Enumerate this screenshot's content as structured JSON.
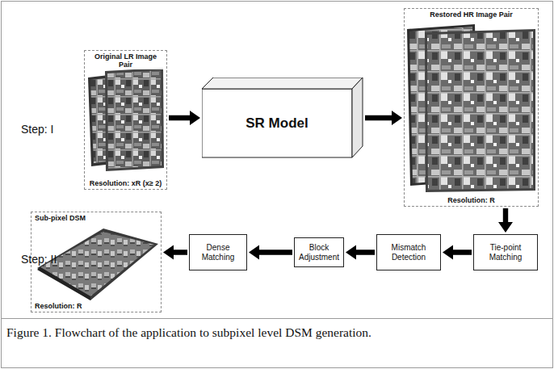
{
  "diagram": {
    "caption": "Figure 1. Flowchart of the application to subpixel level DSM generation.",
    "nodes": [
      {
        "text": [
          "Original LR Image Pair",
          "Resolution: xR (x≥ 2)"
        ]
      },
      {
        "text": [
          "SR Model"
        ]
      },
      {
        "text": [
          "Restored HR Image Pair",
          "Resolution: R"
        ]
      },
      {
        "text": [
          "Tie-point Matching"
        ]
      },
      {
        "text": [
          "Mismatch Detection"
        ]
      },
      {
        "text": [
          "Block Adjustment"
        ]
      },
      {
        "text": [
          "Dense Matching"
        ]
      },
      {
        "text": [
          "Sub-pixel DSM",
          "Resolution: R"
        ]
      }
    ],
    "edges": [
      {
        "from": 0,
        "to": 1,
        "arrow": "to"
      },
      {
        "from": 1,
        "to": 2,
        "arrow": "to"
      },
      {
        "from": 2,
        "to": 3,
        "arrow": "to"
      },
      {
        "from": 3,
        "to": 4,
        "arrow": "to"
      },
      {
        "from": 4,
        "to": 5,
        "arrow": "to"
      },
      {
        "from": 5,
        "to": 6,
        "arrow": "to"
      },
      {
        "from": 6,
        "to": 7,
        "arrow": "to"
      }
    ],
    "labels": [
      "Step: I",
      "Step: II"
    ]
  }
}
